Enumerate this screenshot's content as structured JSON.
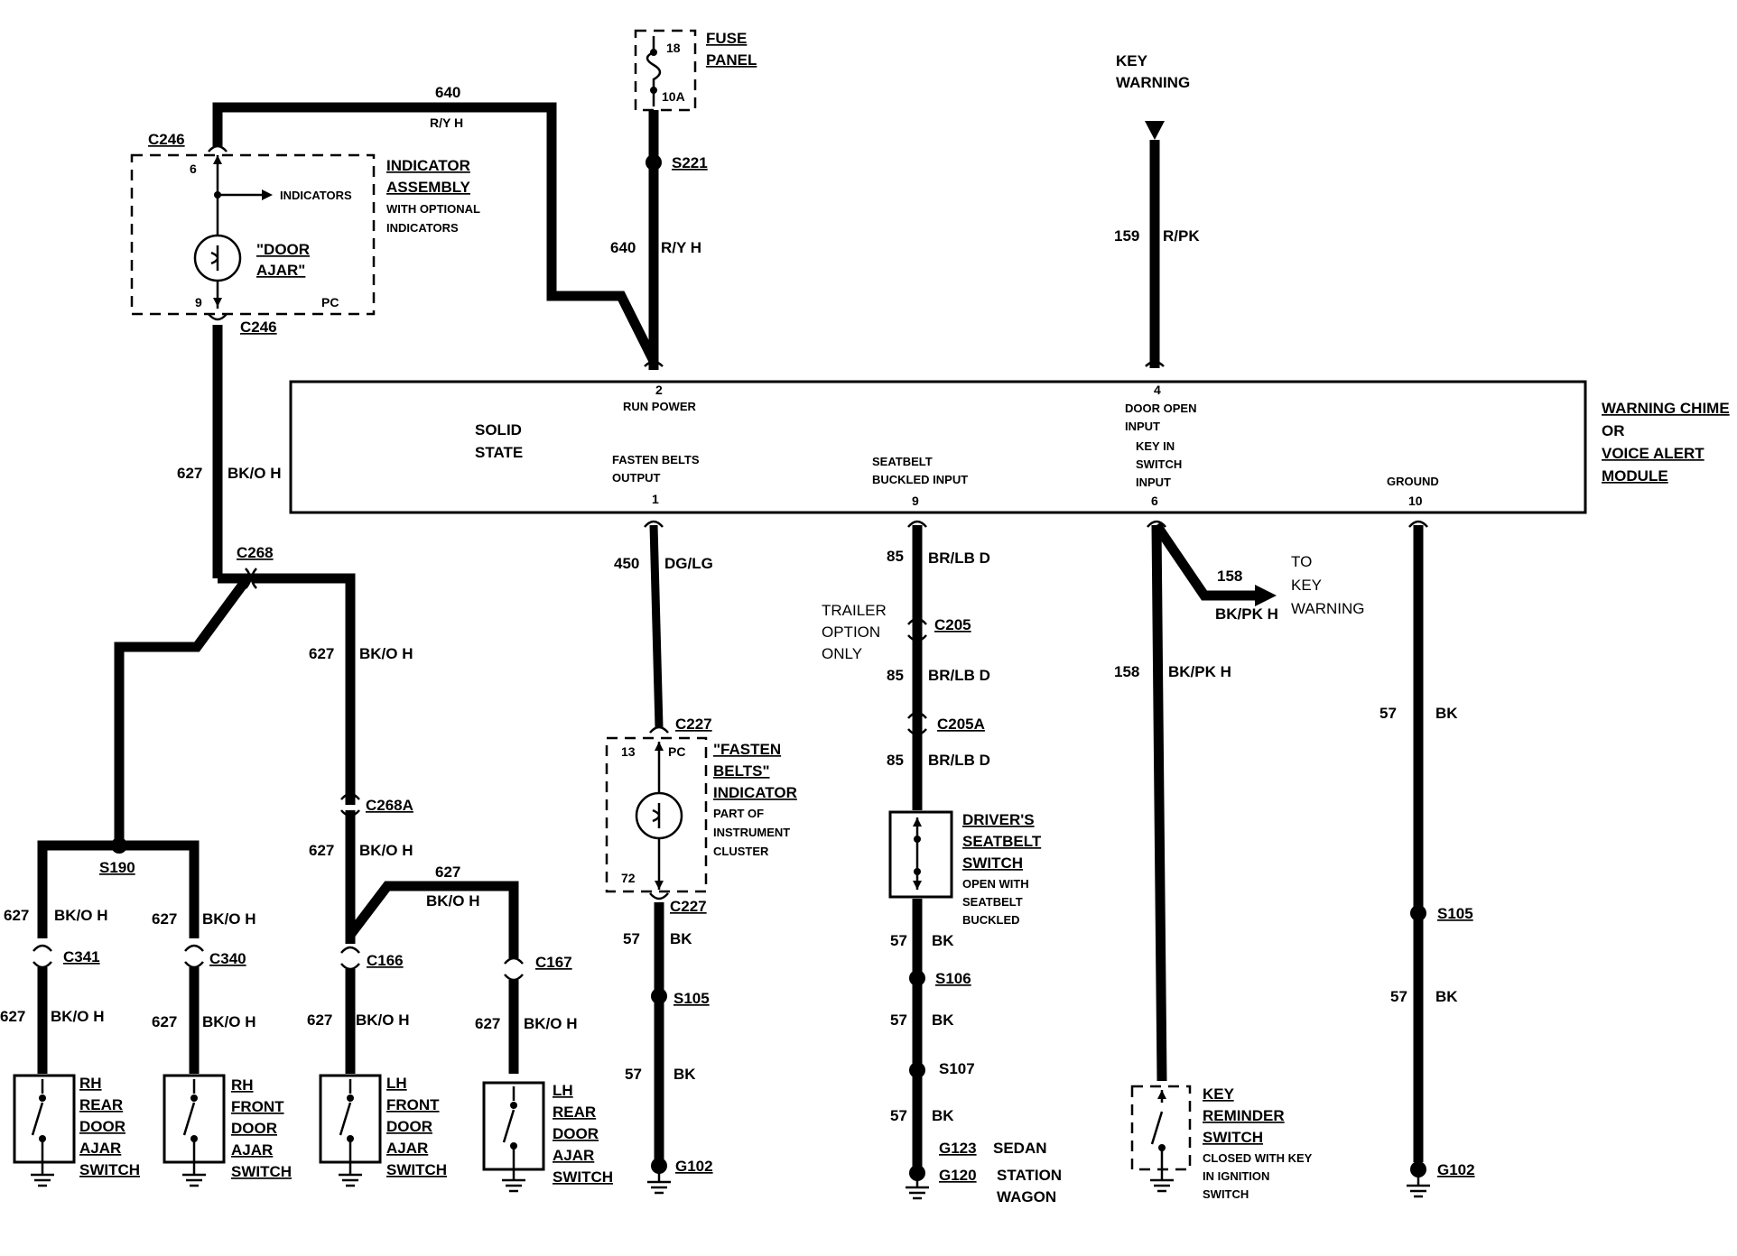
{
  "fuse": {
    "title_1": "FUSE",
    "title_2": "PANEL",
    "number": "18",
    "rating": "10A"
  },
  "key_warning_top": {
    "line_1": "KEY",
    "line_2": "WARNING"
  },
  "wires": {
    "w640_top": {
      "circuit": "640",
      "color": "R/Y H"
    },
    "w640_mid": {
      "circuit": "640",
      "color": "R/Y H"
    },
    "w159": {
      "circuit": "159",
      "color": "R/PK"
    },
    "w627_left": {
      "circuit": "627",
      "color": "BK/O H"
    },
    "w627_c268": {
      "circuit": "627",
      "color": "BK/O H"
    },
    "w627_c268a": {
      "circuit": "627",
      "color": "BK/O H"
    },
    "w627_lh_rear": {
      "circuit": "627",
      "color": "BK/O H"
    },
    "w627_rh_rear_up": {
      "circuit": "627",
      "color": "BK/O H"
    },
    "w627_rh_front_up": {
      "circuit": "627",
      "color": "BK/O H"
    },
    "w627_rh_rear_lo": {
      "circuit": "627",
      "color": "BK/O H"
    },
    "w627_rh_front_lo": {
      "circuit": "627",
      "color": "BK/O H"
    },
    "w627_lh_front_lo": {
      "circuit": "627",
      "color": "BK/O H"
    },
    "w627_lh_rear_lo": {
      "circuit": "627",
      "color": "BK/O H"
    },
    "w450": {
      "circuit": "450",
      "color": "DG/LG"
    },
    "w85_a": {
      "circuit": "85",
      "color": "BR/LB D"
    },
    "w85_b": {
      "circuit": "85",
      "color": "BR/LB D"
    },
    "w85_c": {
      "circuit": "85",
      "color": "BR/LB D"
    },
    "w158_a": {
      "circuit": "158",
      "color": "BK/PK H"
    },
    "w158_b": {
      "circuit": "158",
      "color": "BK/PK H"
    },
    "w57_fb_1": {
      "circuit": "57",
      "color": "BK"
    },
    "w57_fb_2": {
      "circuit": "57",
      "color": "BK"
    },
    "w57_sb_1": {
      "circuit": "57",
      "color": "BK"
    },
    "w57_sb_2": {
      "circuit": "57",
      "color": "BK"
    },
    "w57_sb_3": {
      "circuit": "57",
      "color": "BK"
    },
    "w57_gnd_1": {
      "circuit": "57",
      "color": "BK"
    },
    "w57_gnd_2": {
      "circuit": "57",
      "color": "BK"
    }
  },
  "connectors": {
    "c246_top": "C246",
    "c246_top_pin": "6",
    "c246_bot": "C246",
    "c246_bot_pin": "9",
    "c268": "C268",
    "c268a": "C268A",
    "c341": "C341",
    "c340": "C340",
    "c166": "C166",
    "c167": "C167",
    "c227_top": "C227",
    "c227_bot": "C227",
    "c227_pin_top": "13",
    "c227_pin_bot": "72",
    "c227_pc": "PC",
    "c205": "C205",
    "c205a": "C205A"
  },
  "splices": {
    "s221": "S221",
    "s190": "S190",
    "s105_a": "S105",
    "s106": "S106",
    "s107": "S107",
    "s105_b": "S105"
  },
  "grounds": {
    "g102_a": "G102",
    "g123": "G123",
    "g123_note": "SEDAN",
    "g120": "G120",
    "g120_note_1": "STATION",
    "g120_note_2": "WAGON",
    "g102_b": "G102"
  },
  "indicator_assembly": {
    "title_1": "INDICATOR",
    "title_2": "ASSEMBLY",
    "note_1": "WITH OPTIONAL",
    "note_2": "INDICATORS",
    "arrow_label": "INDICATORS",
    "lamp_1": "\"DOOR",
    "lamp_2": "AJAR\"",
    "pc": "PC"
  },
  "module": {
    "name_1": "WARNING CHIME",
    "name_2": "OR",
    "name_3": "VOICE ALERT",
    "name_4": "MODULE",
    "solid_1": "SOLID",
    "solid_2": "STATE",
    "pin2": "2",
    "pin2_label": "RUN POWER",
    "pin4": "4",
    "pin4_label_1": "DOOR OPEN",
    "pin4_label_2": "INPUT",
    "pin1": "1",
    "pin1_label_1": "FASTEN BELTS",
    "pin1_label_2": "OUTPUT",
    "pin9": "9",
    "pin9_label_1": "SEATBELT",
    "pin9_label_2": "BUCKLED INPUT",
    "pin6": "6",
    "pin6_label_1": "KEY IN",
    "pin6_label_2": "SWITCH",
    "pin6_label_3": "INPUT",
    "pin10": "10",
    "pin10_label": "GROUND"
  },
  "fasten_belts": {
    "title_1": "\"FASTEN",
    "title_2": "BELTS\"",
    "title_3": "INDICATOR",
    "note_1": "PART OF",
    "note_2": "INSTRUMENT",
    "note_3": "CLUSTER"
  },
  "trailer": {
    "line_1": "TRAILER",
    "line_2": "OPTION",
    "line_3": "ONLY"
  },
  "seatbelt_switch": {
    "title_1": "DRIVER'S",
    "title_2": "SEATBELT",
    "title_3": "SWITCH",
    "note_1": "OPEN WITH",
    "note_2": "SEATBELT",
    "note_3": "BUCKLED"
  },
  "to_key_warning": {
    "line_1": "TO",
    "line_2": "KEY",
    "line_3": "WARNING"
  },
  "key_reminder": {
    "title_1": "KEY",
    "title_2": "REMINDER",
    "title_3": "SWITCH",
    "note_1": "CLOSED WITH KEY",
    "note_2": "IN IGNITION",
    "note_3": "SWITCH"
  },
  "switches": {
    "rh_rear": [
      "RH",
      "REAR",
      "DOOR",
      "AJAR",
      "SWITCH"
    ],
    "rh_front": [
      "RH",
      "FRONT",
      "DOOR",
      "AJAR",
      "SWITCH"
    ],
    "lh_front": [
      "LH",
      "FRONT",
      "DOOR",
      "AJAR",
      "SWITCH"
    ],
    "lh_rear": [
      "LH",
      "REAR",
      "DOOR",
      "AJAR",
      "SWITCH"
    ]
  }
}
